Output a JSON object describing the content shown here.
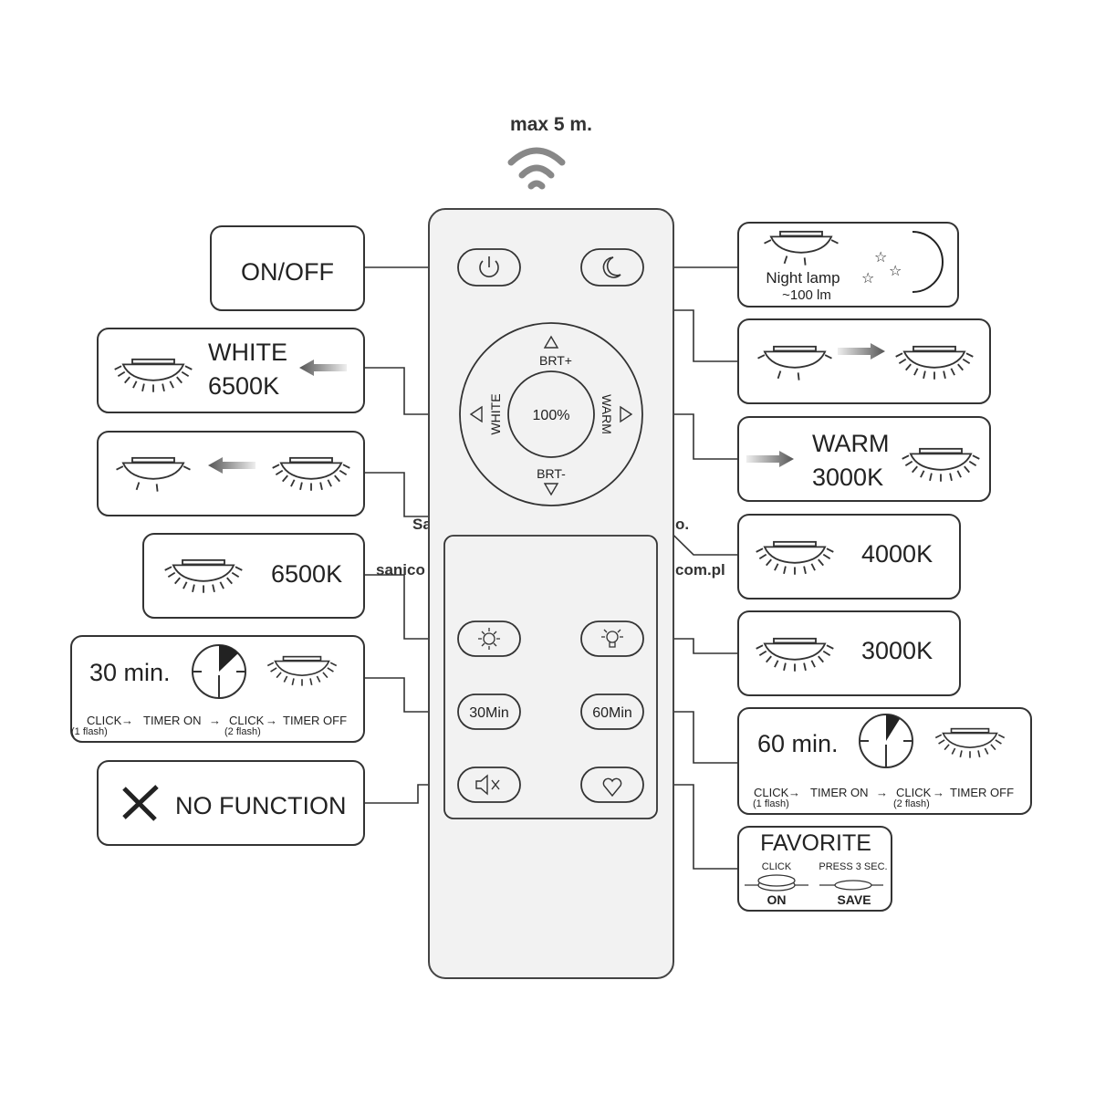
{
  "range_label": "max 5 m.",
  "watermark": {
    "a": "Sa",
    "b": "o.",
    "c": "sanico",
    "d": "com.pl"
  },
  "remote": {
    "pad_center": "100%",
    "brt_plus": "BRT+",
    "brt_minus": "BRT-",
    "white": "WHITE",
    "warm": "WARM",
    "btn_30": "30Min",
    "btn_60": "60Min"
  },
  "boxes": {
    "onoff": "ON/OFF",
    "white_title": "WHITE",
    "white_temp": "6500K",
    "k6500": "6500K",
    "timer30": {
      "title": "30 min.",
      "click1": "CLICK",
      "flash1": "(1 flash)",
      "timer_on": "TIMER ON",
      "click2": "CLICK",
      "flash2": "(2 flash)",
      "timer_off": "TIMER OFF"
    },
    "nofunction": "NO FUNCTION",
    "night_label": "Night lamp",
    "night_lm": "~100 lm",
    "warm_title": "WARM",
    "warm_temp": "3000K",
    "k4000": "4000K",
    "k3000": "3000K",
    "timer60": {
      "title": "60 min.",
      "click1": "CLICK",
      "flash1": "(1 flash)",
      "timer_on": "TIMER ON",
      "click2": "CLICK",
      "flash2": "(2 flash)",
      "timer_off": "TIMER OFF"
    },
    "favorite": {
      "title": "FAVORITE",
      "click": "CLICK",
      "press": "PRESS 3 SEC.",
      "on": "ON",
      "save": "SAVE"
    }
  },
  "colors": {
    "remote_fill": "#f2f2f2",
    "line": "#333333",
    "wifi": "#888888"
  }
}
